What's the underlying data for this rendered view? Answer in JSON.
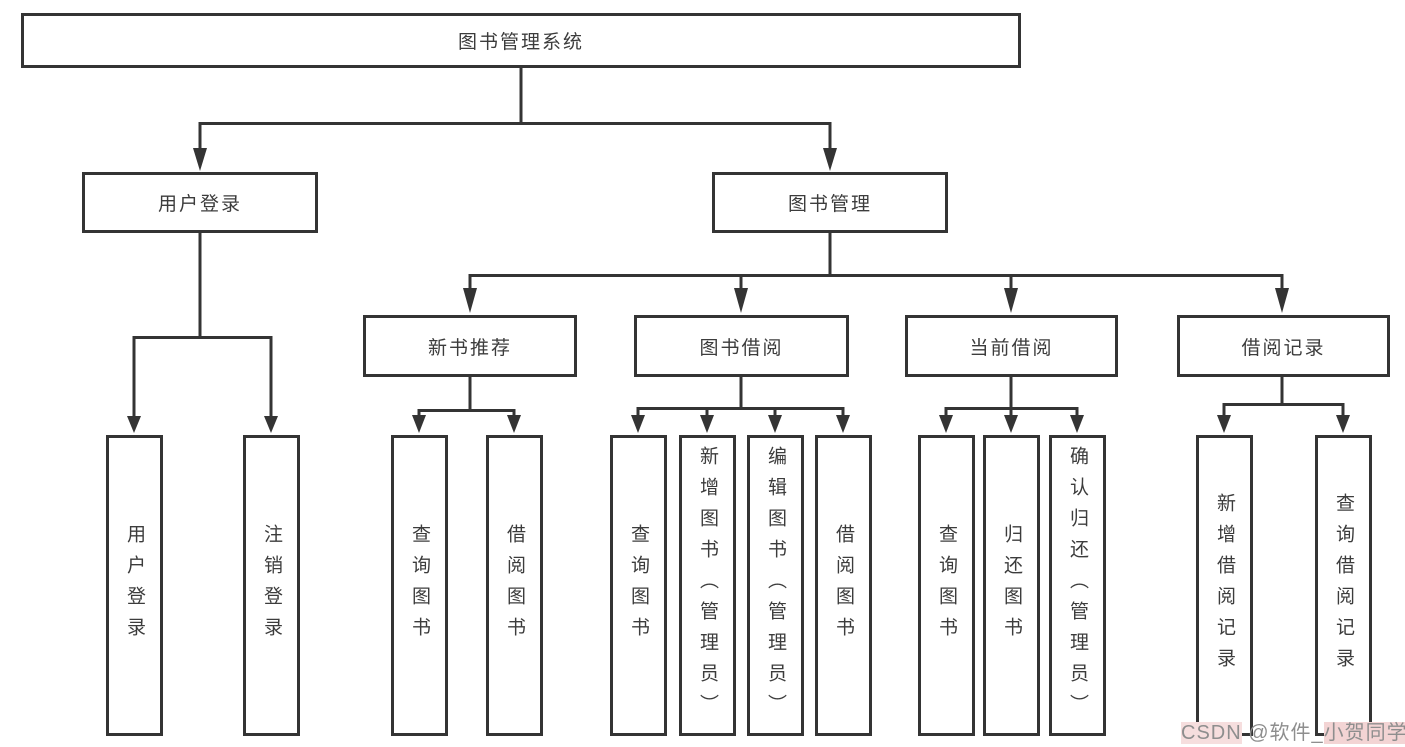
{
  "tree": {
    "label": "图书管理系统",
    "children": [
      {
        "label": "用户登录",
        "children": [
          {
            "label": "用户登录"
          },
          {
            "label": "注销登录"
          }
        ]
      },
      {
        "label": "图书管理",
        "children": [
          {
            "label": "新书推荐",
            "children": [
              {
                "label": "查询图书"
              },
              {
                "label": "借阅图书"
              }
            ]
          },
          {
            "label": "图书借阅",
            "children": [
              {
                "label": "查询图书"
              },
              {
                "label": "新增图书（管理员）"
              },
              {
                "label": "编辑图书（管理员）"
              },
              {
                "label": "借阅图书"
              }
            ]
          },
          {
            "label": "当前借阅",
            "children": [
              {
                "label": "查询图书"
              },
              {
                "label": "归还图书"
              },
              {
                "label": "确认归还（管理员）"
              }
            ]
          },
          {
            "label": "借阅记录",
            "children": [
              {
                "label": "新增借阅记录"
              },
              {
                "label": "查询借阅记录"
              }
            ]
          }
        ]
      }
    ]
  },
  "watermark": {
    "brand": "CSDN",
    "separator": " @软件_",
    "username_highlight": "小贺同学",
    "full_text": "CSDN @软件_小贺同学"
  },
  "colors": {
    "line": "#343434",
    "box_border": "#343434",
    "box_background": "#ffffff",
    "text": "#3c3c3c",
    "watermark_text": "#8e8e8e",
    "watermark_highlight": "#f3d4d4"
  }
}
